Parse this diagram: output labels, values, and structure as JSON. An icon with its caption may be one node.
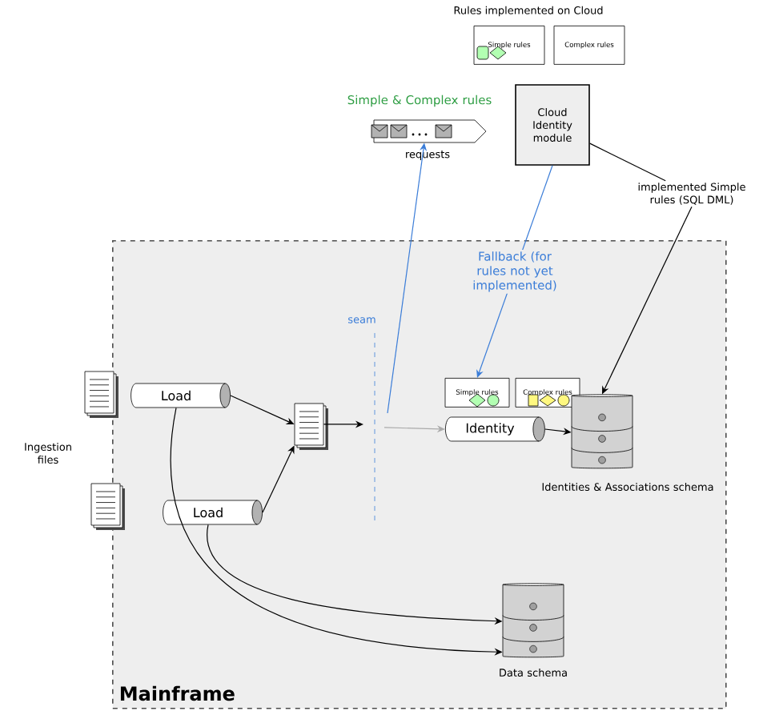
{
  "diagram": {
    "nodes": [
      {
        "text": [
          "Simple rules"
        ]
      },
      {
        "text": [
          "Complex rules"
        ]
      },
      {
        "text": [],
        "shape": "queue",
        "beside": [
          "Simple & Complex rules",
          "requests"
        ]
      },
      {
        "text": [
          "Cloud Identity module"
        ]
      },
      {
        "text": [
          "implemented Simple rules (SQL DML)"
        ]
      },
      {
        "text": [
          "Mainframe"
        ]
      },
      {
        "text": [],
        "shape": "document"
      },
      {
        "text": [
          "Load"
        ],
        "in": 5
      },
      {
        "text": [],
        "shape": "document"
      },
      {
        "text": [
          "Load"
        ],
        "in": 5
      },
      {
        "text": [],
        "shape": "document",
        "in": 5
      },
      {
        "text": [
          "Simple rules"
        ],
        "in": 5
      },
      {
        "text": [
          "Complex rules"
        ],
        "in": 5
      },
      {
        "text": [
          "Identity"
        ],
        "in": 5
      },
      {
        "text": [],
        "shape": "cylinder",
        "in": 5,
        "beside": [
          "Identities & Associations schema"
        ]
      },
      {
        "text": [],
        "shape": "cylinder",
        "in": 5,
        "beside": [
          "Data schema"
        ]
      }
    ],
    "edges": [
      {
        "from": 7,
        "to": 10,
        "arrow": "to"
      },
      {
        "from": 9,
        "to": 10,
        "arrow": "to"
      },
      {
        "from": 10,
        "to": null,
        "arrow": "to"
      },
      {
        "from": null,
        "to": 13,
        "arrow": "to",
        "color": "#aaaaaa"
      },
      {
        "from": 13,
        "to": 14,
        "arrow": "to"
      },
      {
        "from": 7,
        "to": 15,
        "arrow": "to"
      },
      {
        "from": 9,
        "to": 15,
        "arrow": "to"
      },
      {
        "from": null,
        "to": 2,
        "arrow": "to",
        "color": "#3b7dd8"
      },
      {
        "from": 3,
        "to": 11,
        "arrow": "to",
        "color": "#3b7dd8",
        "label": "Fallback (for rules not yet implemented)"
      },
      {
        "from": 3,
        "to": 4,
        "arrow": "none"
      },
      {
        "from": 4,
        "to": 14,
        "arrow": "to"
      }
    ],
    "labels": [
      "Rules implemented on Cloud",
      "seam",
      "Ingestion files"
    ]
  }
}
